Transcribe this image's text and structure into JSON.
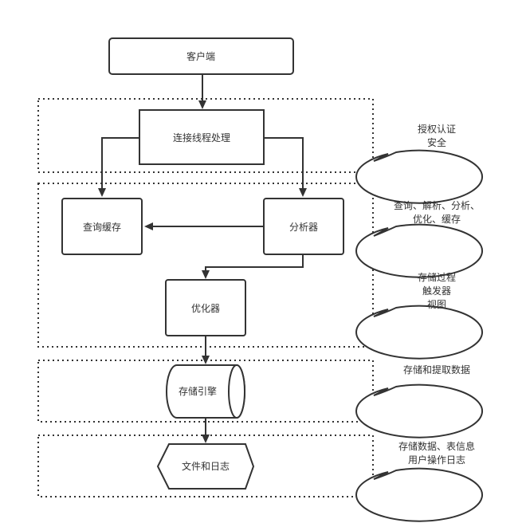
{
  "diagram": {
    "nodes": {
      "client": "客户端",
      "connection": "连接线程处理",
      "query_cache": "查询缓存",
      "analyzer": "分析器",
      "optimizer": "优化器",
      "storage_engine": "存储引擎",
      "files_logs": "文件和日志"
    },
    "callouts": [
      {
        "lines": [
          "授权认证",
          "安全"
        ]
      },
      {
        "lines": [
          "查询、解析、分析、",
          "优化、缓存"
        ]
      },
      {
        "lines": [
          "存储过程",
          "触发器",
          "视图"
        ]
      },
      {
        "lines": [
          "存储和提取数据"
        ]
      },
      {
        "lines": [
          "存储数据、表信息",
          "用户操作日志"
        ]
      }
    ],
    "edges": [
      {
        "from": "客户端",
        "to": "连接线程处理"
      },
      {
        "from": "连接线程处理",
        "to": "查询缓存"
      },
      {
        "from": "连接线程处理",
        "to": "分析器"
      },
      {
        "from": "分析器",
        "to": "查询缓存"
      },
      {
        "from": "分析器",
        "to": "优化器"
      },
      {
        "from": "优化器",
        "to": "存储引擎"
      },
      {
        "from": "存储引擎",
        "to": "文件和日志"
      }
    ]
  }
}
